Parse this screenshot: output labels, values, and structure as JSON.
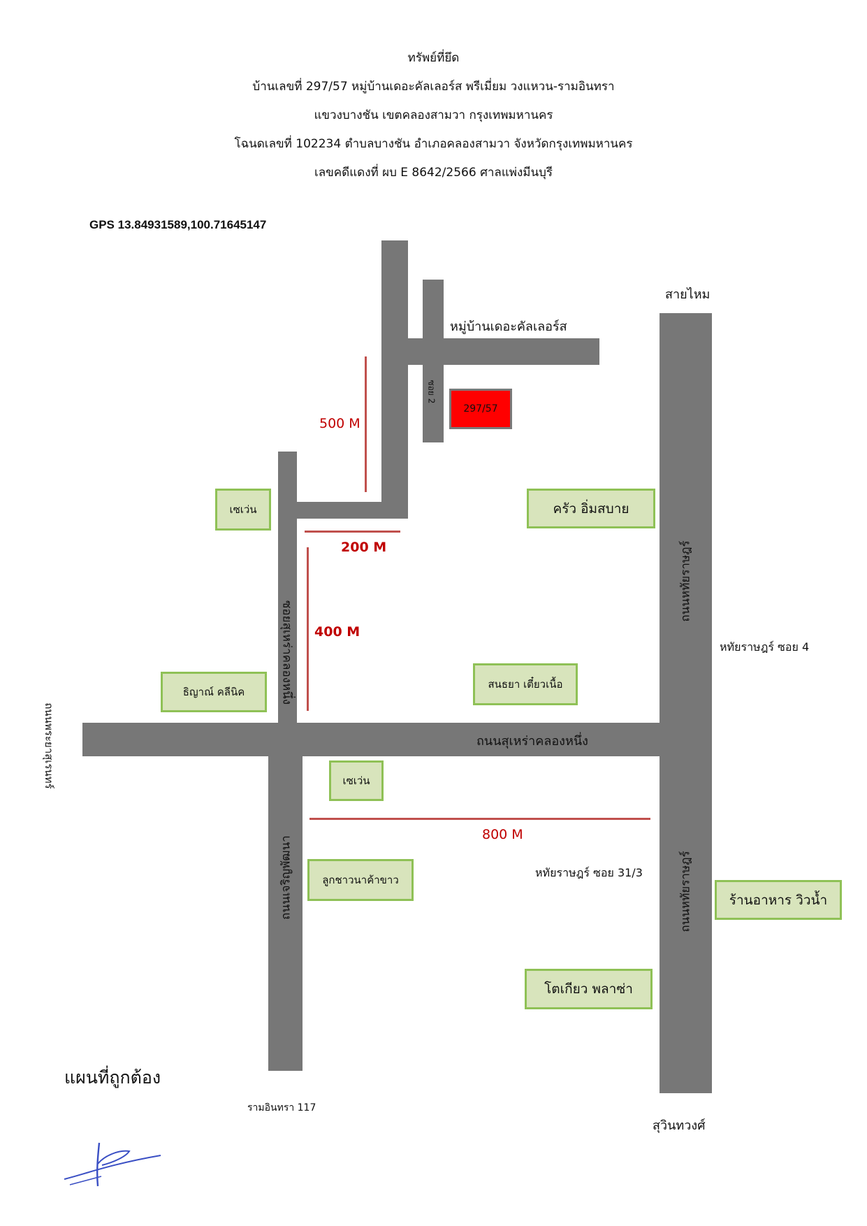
{
  "header": {
    "line1": "ทรัพย์ที่ยึด",
    "line2": "บ้านเลขที่ 297/57 หมู่บ้านเดอะคัลเลอร์ส พรีเมี่ยม วงแหวน-รามอินทรา",
    "line3": "แขวงบางชัน เขตคลองสามวา กรุงเทพมหานคร",
    "line4": "โฉนดเลขที่ 102234 ตำบลบางชัน อำเภอคลองสามวา จังหวัดกรุงเทพมหานคร",
    "line5": "เลขคดีแดงที่ ผบ E 8642/2566 ศาลแพ่งมีนบุรี"
  },
  "gps": "GPS 13.84931589,100.71645147",
  "map": {
    "target_label": "297/57",
    "target_color": "#ff0000",
    "road_color": "#777777",
    "place_fill": "#d8e4bc",
    "place_border": "#8fc156",
    "distance_color": "#c0504d",
    "village_label": "หมู่บ้านเดอะคัลเลอร์ส",
    "soi2_label": "ซอย 2",
    "sai_mai_label": "สายไหม",
    "hathairat_road_upper": "ถนนหทัยราษฎร์",
    "hathairat_road_lower": "ถนนหทัยราษฎร์",
    "hathairat_soi4_label": "หทัยราษฎร์ ซอย 4",
    "hathairat_soi31_label": "หทัยราษฎร์ ซอย 31/3",
    "suwinthawong_label": "สุวินทวงศ์",
    "ramintra117_label": "รามอินทรา 117",
    "suhao_road_label": "ถนนสุเหร่าคลองหนึ่ง",
    "soi_suhao_label": "ซอยสุเหร่าคลองหนึ่ง",
    "chareonphatthana_label": "ถนนเจริญพัฒนา",
    "phraya_label": "ถนนพระยาสุเรนทร์",
    "places": {
      "seven_top": "เซเว่น",
      "seven_bottom": "เซเว่น",
      "krua": "ครัว อิ่มสบาย",
      "thinyan": "ธิญาณ์ คลีนิค",
      "sonthaya": "สนธยา เตี๋ยวเนื้อ",
      "lukchao": "ลูกชาวนาค้าขาว",
      "wiwnam": "ร้านอาหาร วิวน้ำ",
      "tokiao": "โตเกียว พลาซ่า"
    },
    "distances": {
      "d500": "500 M",
      "d200": "200 M",
      "d400": "400 M",
      "d800": "800 M"
    }
  },
  "map_title": "แผนที่ถูกต้อง"
}
